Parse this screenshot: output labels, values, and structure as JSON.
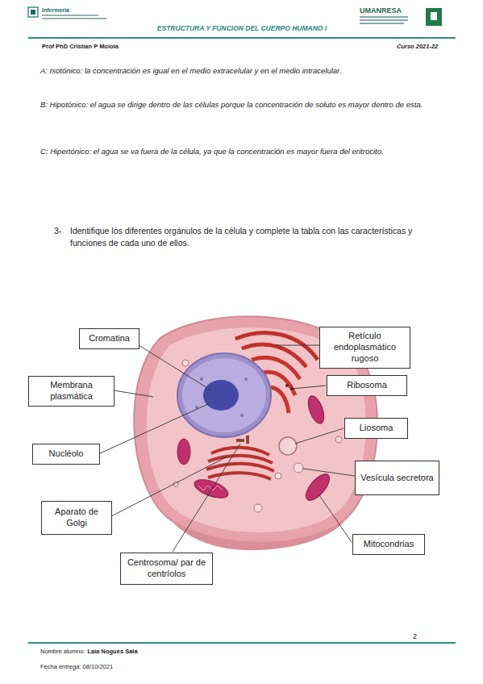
{
  "diagram": {
    "title": "ESTRUCTURA Y FUNCION DEL CUERPO HUMANO I",
    "nodes": [
      {
        "text": [
          "Cromatina"
        ]
      },
      {
        "text": [
          "Retículo endoplasmático rugoso"
        ]
      },
      {
        "text": [
          "Membrana plasmática"
        ]
      },
      {
        "text": [
          "Ribosoma"
        ]
      },
      {
        "text": [
          "Liosoma"
        ]
      },
      {
        "text": [
          "Nucléolo"
        ]
      },
      {
        "text": [
          "Vesícula secretora"
        ]
      },
      {
        "text": [
          "Aparato de Golgi"
        ]
      },
      {
        "text": [
          "Mitocondrias"
        ]
      },
      {
        "text": [
          "Centrosoma/ par de centríolos"
        ]
      }
    ],
    "labels": [
      "Infermeria",
      "UMANRESA",
      "Prof PhD Cristian P Moiola",
      "Curso 2021-22",
      "A: Isotónico: la concentración es igual en el medio extracelular y en el medio intracelular.",
      "B: Hipotónico: el agua se dirige dentro de las células porque la concentración de soluto es mayor dentro de esta.",
      "C: Hipertónico: el agua se va fuera de la célula, ya que la concentración es mayor fuera del eritrocito.",
      "3-",
      "Identifique los diferentes orgánulos de la célula y complete la tabla con las características y funciones de cada uno de ellos.",
      "2",
      "Nombre alumno:",
      "Laia Nogués Sala",
      "Fecha entrega: 08/10/2021"
    ]
  }
}
